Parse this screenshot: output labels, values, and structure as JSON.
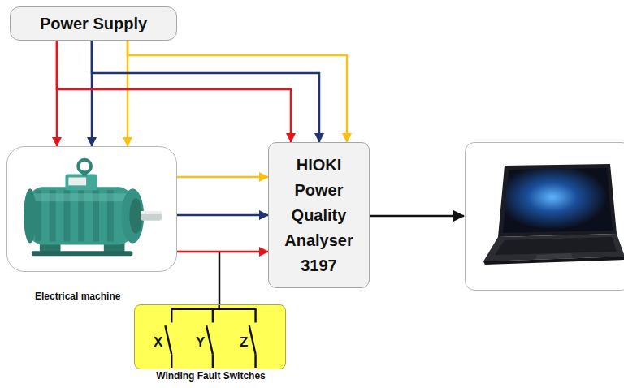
{
  "diagram": {
    "nodes": [
      {
        "text": [
          "Power Supply"
        ]
      },
      {
        "text": [
          "Electrical machine"
        ]
      },
      {
        "text": [
          "HIOKI Power Quality Analyser 3197"
        ]
      },
      {
        "text": [
          "X",
          "Y",
          "Z",
          "Winding Fault Switches"
        ]
      }
    ],
    "edges": [
      {
        "from": 0,
        "to": 1,
        "arrow": "to"
      },
      {
        "from": 0,
        "to": 1,
        "arrow": "to"
      },
      {
        "from": 0,
        "to": 1,
        "arrow": "to"
      },
      {
        "from": 0,
        "to": 2,
        "arrow": "to"
      },
      {
        "from": 0,
        "to": 2,
        "arrow": "to"
      },
      {
        "from": 0,
        "to": 2,
        "arrow": "to"
      },
      {
        "from": 1,
        "to": 2,
        "arrow": "to"
      },
      {
        "from": 1,
        "to": 2,
        "arrow": "to"
      },
      {
        "from": 1,
        "to": 2,
        "arrow": "to"
      }
    ]
  }
}
